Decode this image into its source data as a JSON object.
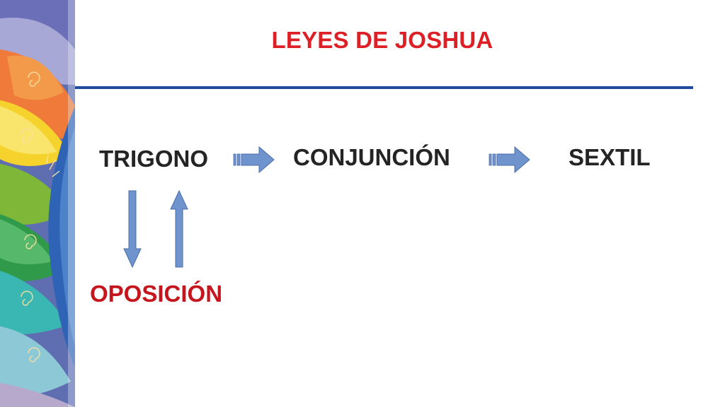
{
  "slide": {
    "title": "LEYES DE JOSHUA",
    "nodes": {
      "trigono": "TRIGONO",
      "conjuncion": "CONJUNCIÓN",
      "sextil": "SEXTIL",
      "oposicion": "OPOSICIÓN"
    },
    "colors": {
      "title": "#dd1f26",
      "rule": "#1e4b9b",
      "node_text": "#242424",
      "oposicion_text": "#c5161d",
      "arrow_fill": "#6f93cc",
      "arrow_stroke": "#4a6ea9"
    },
    "connectors": [
      {
        "from": "trigono",
        "to": "conjuncion",
        "direction": "right",
        "style": "striped-block-arrow"
      },
      {
        "from": "conjuncion",
        "to": "sextil",
        "direction": "right",
        "style": "striped-block-arrow"
      },
      {
        "from": "trigono",
        "to": "oposicion",
        "direction": "down",
        "style": "thin-arrow"
      },
      {
        "from": "oposicion",
        "to": "trigono",
        "direction": "up",
        "style": "thin-arrow"
      }
    ],
    "decoration": "colorful-mandala-side-art"
  }
}
